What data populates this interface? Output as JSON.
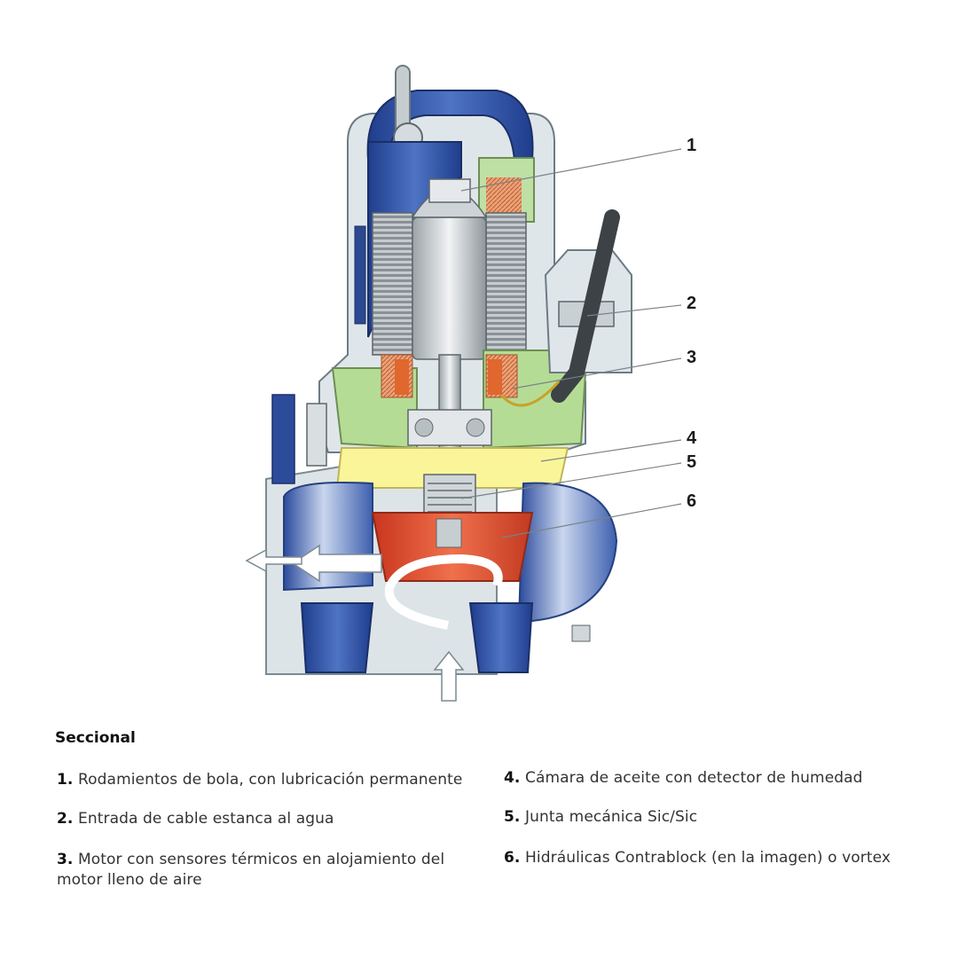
{
  "callouts": [
    "1",
    "2",
    "3",
    "4",
    "5",
    "6"
  ],
  "section_title": "Seccional",
  "legend": [
    {
      "num": "1.",
      "text": "Rodamientos de bola, con lubricación permanente"
    },
    {
      "num": "2.",
      "text": "Entrada de cable estanca al agua"
    },
    {
      "num": "3.",
      "text": "Motor con sensores térmicos en alojamiento del motor lleno de aire"
    },
    {
      "num": "4.",
      "text": "Cámara de aceite con detector de humedad"
    },
    {
      "num": "5.",
      "text": "Junta mecánica Sic/Sic"
    },
    {
      "num": "6.",
      "text": "Hidráulicas Contrablock (en la imagen) o vortex"
    }
  ],
  "colors": {
    "housing_blue": "#2e4fa0",
    "casing_light": "#dfe6ea",
    "oil_green": "#a9d88a",
    "seal_yellow": "#fbf59a",
    "impeller_red": "#e0482c",
    "winding_copper": "#e07a3c"
  }
}
